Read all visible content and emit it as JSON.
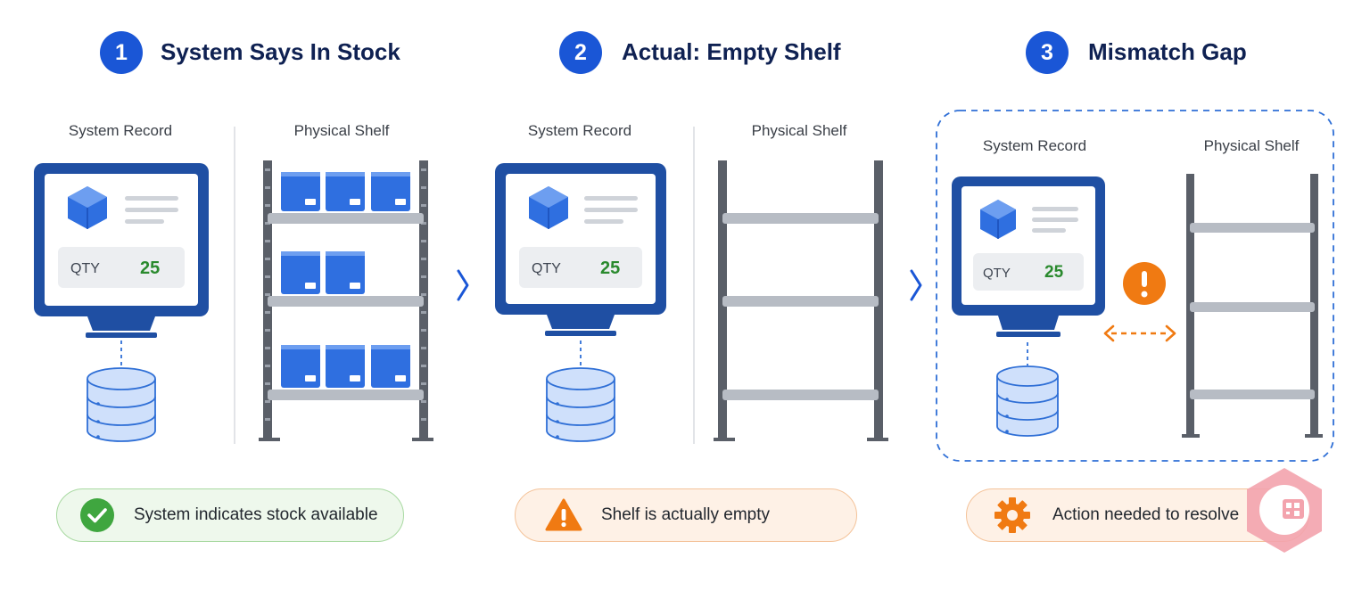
{
  "steps": [
    {
      "number": "1",
      "title": "System Says In Stock",
      "record_label": "System Record",
      "shelf_label": "Physical Shelf",
      "qty_label": "QTY",
      "qty_value": "25",
      "status_text": "System indicates stock available",
      "status_icon": "check-circle-icon",
      "status_color": "#3fa63f"
    },
    {
      "number": "2",
      "title": "Actual: Empty Shelf",
      "record_label": "System Record",
      "shelf_label": "Physical Shelf",
      "qty_label": "QTY",
      "qty_value": "25",
      "status_text": "Shelf is actually empty",
      "status_icon": "warning-triangle-icon",
      "status_color": "#f07a12"
    },
    {
      "number": "3",
      "title": "Mismatch Gap",
      "record_label": "System Record",
      "shelf_label": "Physical Shelf",
      "qty_label": "QTY",
      "qty_value": "25",
      "status_text": "Action needed to resolve",
      "status_icon": "gear-icon",
      "status_color": "#f07a12"
    }
  ],
  "colors": {
    "primary_blue": "#1a56d6",
    "navy": "#0f2152",
    "monitor": "#1f4fa3",
    "box": "#2f6fe0",
    "success": "#3fa63f",
    "warning": "#f07a12"
  }
}
